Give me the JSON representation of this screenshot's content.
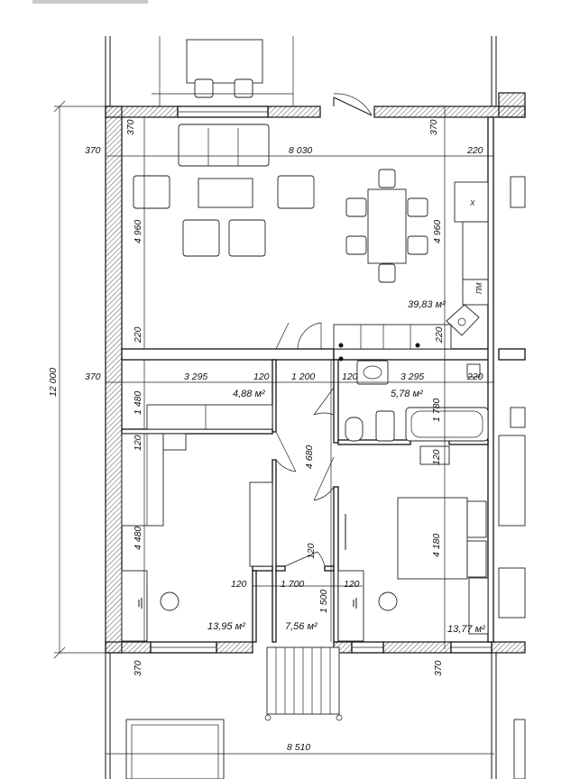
{
  "dimensions": {
    "top_wall_left": "370",
    "top_wall_right": "370",
    "left_wall_top": "370",
    "living_width": "8 030",
    "right_partition_top": "220",
    "living_height_left": "4 960",
    "living_height_right": "4 960",
    "partition_left": "220",
    "partition_right": "220",
    "left_wall_mid": "370",
    "corridor_left_width": "3 295",
    "partition_120_a": "120",
    "door_width": "1 200",
    "partition_120_b": "120",
    "bath_width": "3 295",
    "partition_220_mid": "220",
    "storage_depth": "1 480",
    "bath_depth": "1 780",
    "partition_120_left": "120",
    "partition_120_right": "120",
    "corridor_length": "4 680",
    "bedroom_left_height": "4 480",
    "bedroom_right_height": "4 180",
    "partition_120_vert": "120",
    "hall_width": "1 700",
    "partition_120_hall_l": "120",
    "partition_120_hall_r": "120",
    "hall_depth": "1 500",
    "bottom_wall_left": "370",
    "bottom_wall_right": "370",
    "total_height": "12 000",
    "total_width": "8 510"
  },
  "areas": {
    "living": "39,83 м²",
    "storage": "4,88 м²",
    "bathroom": "5,78 м²",
    "bedroom_left": "13,95 м²",
    "hall": "7,56 м²",
    "bedroom_right": "13,77 м²"
  },
  "labels": {
    "dishwasher": "ПМ",
    "fridge": "X"
  }
}
